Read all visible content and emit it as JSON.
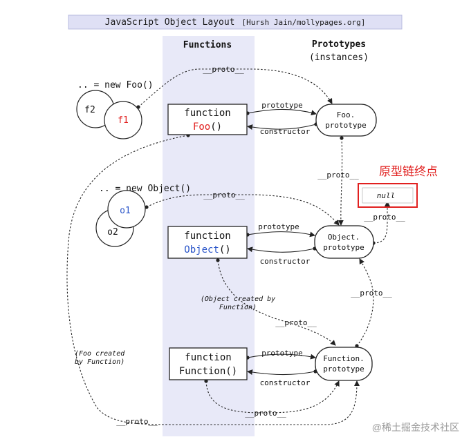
{
  "header": {
    "title": "JavaScript Object Layout",
    "source": "[Hursh Jain/mollypages.org]"
  },
  "columns": {
    "functions": "Functions",
    "prototypes": "Prototypes",
    "prototypes_sub": "(instances)"
  },
  "instances": {
    "foo_expr": ".. = new Foo()",
    "f1": "f1",
    "f2": "f2",
    "object_expr": ".. = new Object()",
    "o1": "o1",
    "o2": "o2"
  },
  "functions": {
    "keyword": "function",
    "foo": "Foo",
    "object": "Object",
    "function": "Function()",
    "parens": "()"
  },
  "prototypes": {
    "foo_line1": "Foo.",
    "foo_line2": "prototype",
    "object_line1": "Object.",
    "object_line2": "prototype",
    "function_line1": "Function.",
    "function_line2": "prototype"
  },
  "null_label": "null",
  "annotation_cn": "原型链终点",
  "edge_labels": {
    "proto": "__proto__",
    "prototype": "prototype",
    "constructor": "constructor"
  },
  "notes": {
    "object_created_1": "(Object created by",
    "object_created_2": "Function)",
    "foo_created_1": "(Foo created",
    "foo_created_2": "by Function)"
  },
  "watermark": "@稀土掘金技术社区",
  "colors": {
    "accent_red": "#e1201f",
    "accent_blue": "#2a55c9",
    "functions_band": "#e8e9f8",
    "header_band": "#dfe0f5"
  }
}
